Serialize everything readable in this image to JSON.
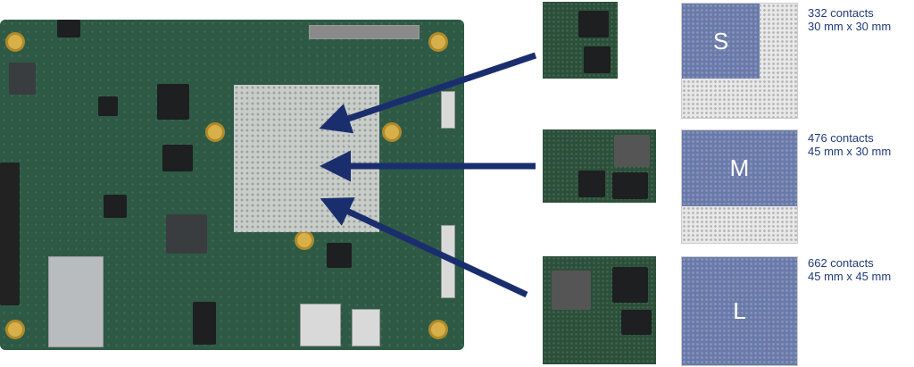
{
  "modules": [
    {
      "size": "S",
      "contacts": "332 contacts",
      "dimensions": "30 mm x 30 mm"
    },
    {
      "size": "M",
      "contacts": "476 contacts",
      "dimensions": "45 mm x 30 mm"
    },
    {
      "size": "L",
      "contacts": "662 contacts",
      "dimensions": "45 mm x 45 mm"
    }
  ],
  "colors": {
    "arrow": "#1a2e6e",
    "footprint_highlight": "#6a7aa8",
    "text": "#1f3a78",
    "board": "#2e5a45"
  }
}
